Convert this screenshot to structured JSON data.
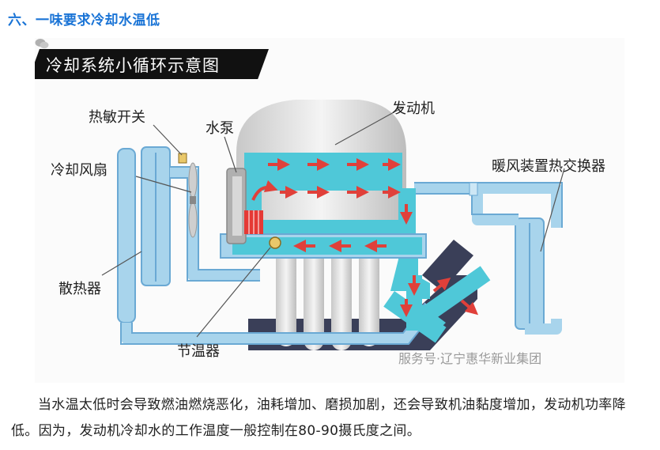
{
  "section_heading": "六、一味要求冷却水温低",
  "figure": {
    "title": "冷却系统小循环示意图",
    "labels": {
      "thermo_switch": "热敏开关",
      "water_pump": "水泵",
      "engine": "发动机",
      "heater_core": "暖风装置热交换器",
      "cooling_fan": "冷却风扇",
      "radiator": "散热器",
      "thermostat": "节温器"
    },
    "watermark": "服务号·辽宁惠华新业集团",
    "colors": {
      "coolant": "#4fc8d8",
      "pipe": "#a8d4ec",
      "pipe_edge": "#6aa9d4",
      "arrow": "#e0403a",
      "base": "#3a3f58"
    }
  },
  "paragraph": "当水温太低时会导致燃油燃烧恶化，油耗增加、磨损加剧，还会导致机油黏度增加，发动机功率降低。因为，发动机冷却水的工作温度一般控制在80-90摄氏度之间。"
}
